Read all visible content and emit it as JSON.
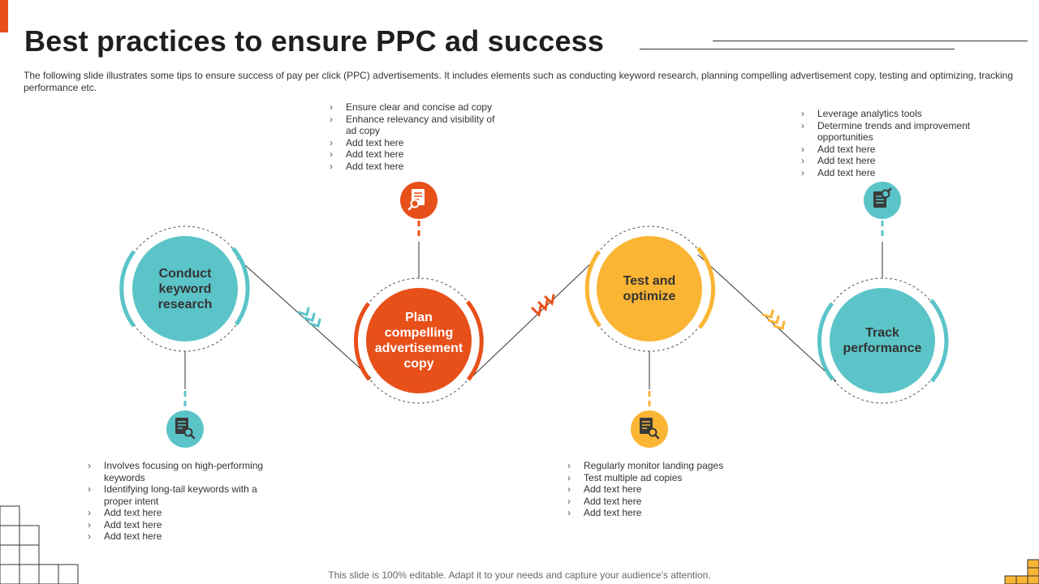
{
  "slide": {
    "title": "Best practices to ensure PPC ad success",
    "subtitle": "The following slide illustrates some tips to ensure success of pay per click (PPC) advertisements. It includes elements such as conducting keyword research, planning compelling advertisement copy, testing and optimizing, tracking performance etc.",
    "footer": "This slide is 100% editable. Adapt it to your needs and capture your audience's attention."
  },
  "colors": {
    "teal": "#5bc4c8",
    "orange": "#e8501a",
    "yellow": "#fbb534",
    "accent": "#e8501a"
  },
  "steps": [
    {
      "label": "Conduct keyword research",
      "icon": "document-search-icon",
      "bullets": [
        "Involves focusing on high-performing keywords",
        "Identifying long-tail keywords with a proper intent",
        "Add text here",
        "Add text here",
        "Add text here"
      ]
    },
    {
      "label": "Plan compelling advertisement copy",
      "icon": "document-search-icon",
      "bullets": [
        "Ensure clear and concise ad copy",
        "Enhance relevancy and visibility of ad copy",
        "Add text here",
        "Add text here",
        "Add text here"
      ]
    },
    {
      "label": "Test and optimize",
      "icon": "document-search-icon",
      "bullets": [
        "Regularly monitor landing pages",
        "Test multiple ad copies",
        "Add text here",
        "Add text here",
        "Add text here"
      ]
    },
    {
      "label": "Track performance",
      "icon": "document-search-icon",
      "bullets": [
        "Leverage analytics tools",
        "Determine trends and improvement opportunities",
        "Add text here",
        "Add text here",
        "Add text here"
      ]
    }
  ]
}
